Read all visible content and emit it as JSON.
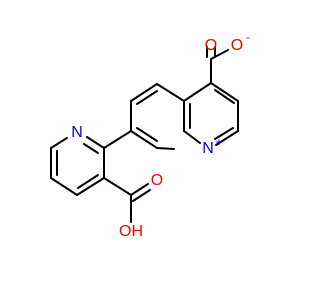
{
  "molecule": {
    "atom_labels": {
      "o_carboxylate_carbonyl": "O",
      "o_carboxylate_anion": "O",
      "anion_charge": "-",
      "n_quinolizinium": "N",
      "cation_charge": "+",
      "n_pyridine": "N",
      "o_acid_carbonyl": "O",
      "oh_acid": "OH"
    },
    "colors": {
      "bond": "#000000",
      "oxygen": "#ff0000",
      "nitrogen": "#0000ff",
      "background": "#ffffff"
    }
  }
}
